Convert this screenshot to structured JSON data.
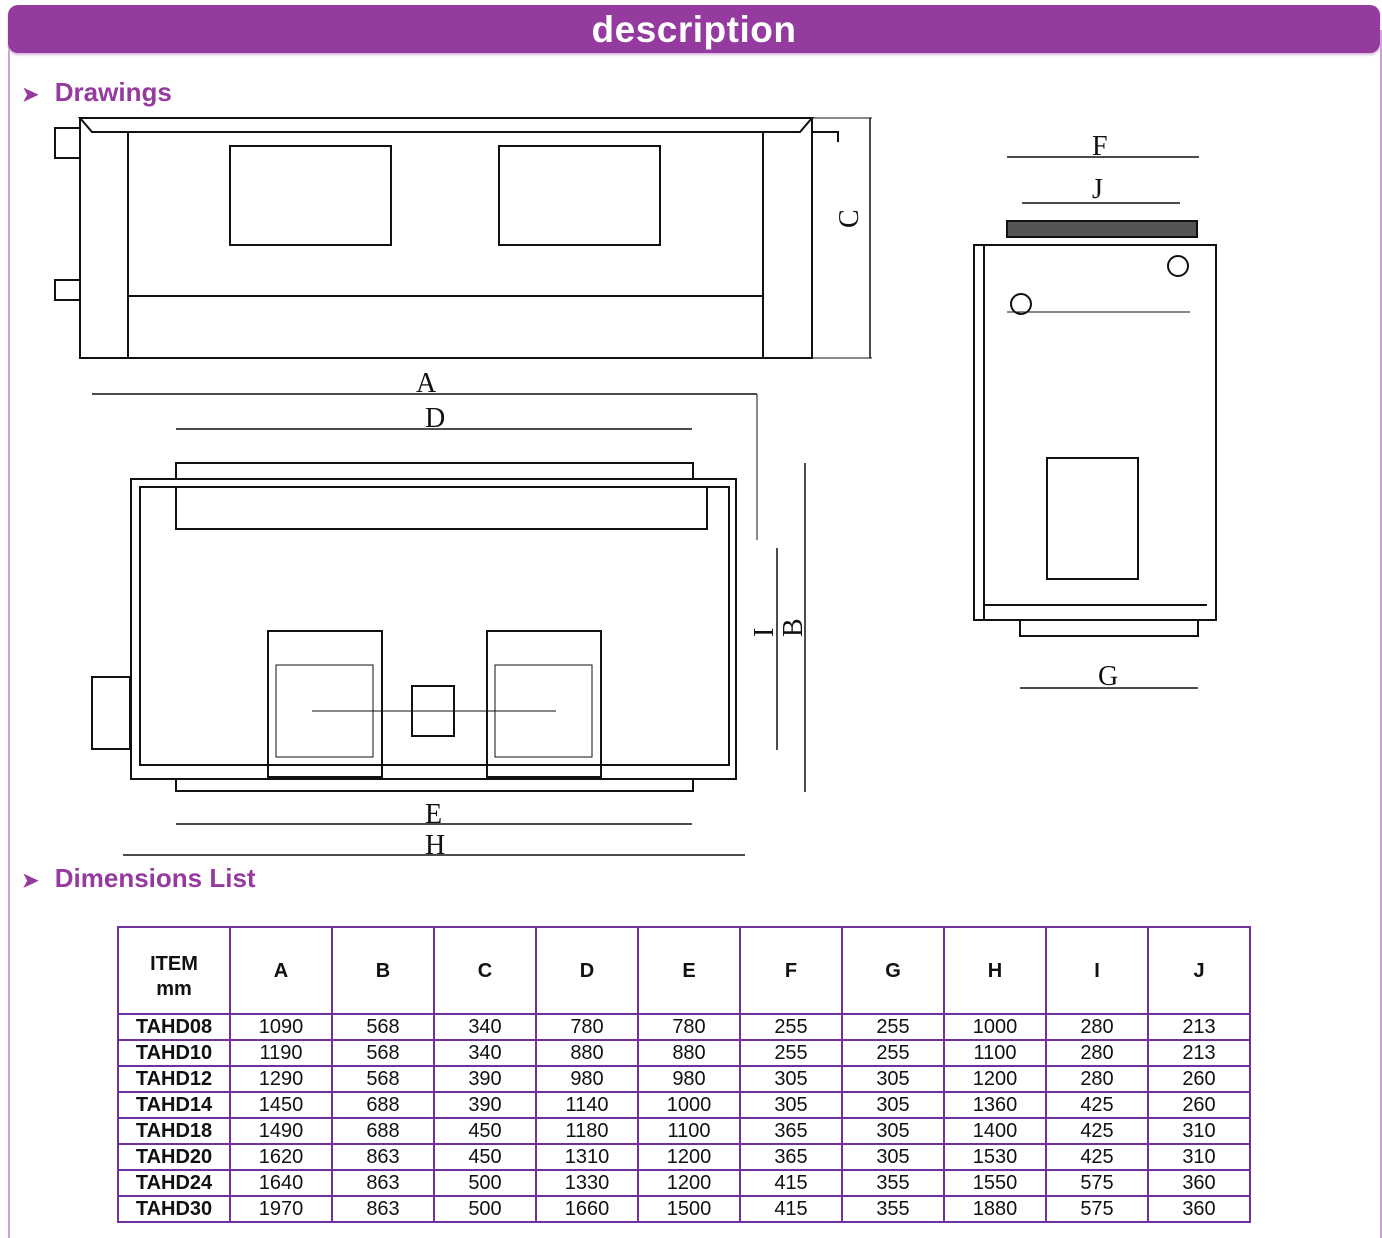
{
  "header": {
    "title": "description"
  },
  "sections": {
    "drawings": "Drawings",
    "dimensions": "Dimensions List"
  },
  "drawing_labels": {
    "A": "A",
    "B": "B",
    "C": "C",
    "D": "D",
    "E": "E",
    "F": "F",
    "G": "G",
    "H": "H",
    "I": "I",
    "J": "J"
  },
  "table": {
    "item_header": "ITEM",
    "unit": "mm",
    "columns": [
      "A",
      "B",
      "C",
      "D",
      "E",
      "F",
      "G",
      "H",
      "I",
      "J"
    ],
    "rows": [
      {
        "item": "TAHD08",
        "values": [
          "1090",
          "568",
          "340",
          "780",
          "780",
          "255",
          "255",
          "1000",
          "280",
          "213"
        ]
      },
      {
        "item": "TAHD10",
        "values": [
          "1190",
          "568",
          "340",
          "880",
          "880",
          "255",
          "255",
          "1100",
          "280",
          "213"
        ]
      },
      {
        "item": "TAHD12",
        "values": [
          "1290",
          "568",
          "390",
          "980",
          "980",
          "305",
          "305",
          "1200",
          "280",
          "260"
        ]
      },
      {
        "item": "TAHD14",
        "values": [
          "1450",
          "688",
          "390",
          "1140",
          "1000",
          "305",
          "305",
          "1360",
          "425",
          "260"
        ]
      },
      {
        "item": "TAHD18",
        "values": [
          "1490",
          "688",
          "450",
          "1180",
          "1100",
          "365",
          "305",
          "1400",
          "425",
          "310"
        ]
      },
      {
        "item": "TAHD20",
        "values": [
          "1620",
          "863",
          "450",
          "1310",
          "1200",
          "365",
          "305",
          "1530",
          "425",
          "310"
        ]
      },
      {
        "item": "TAHD24",
        "values": [
          "1640",
          "863",
          "500",
          "1330",
          "1200",
          "415",
          "355",
          "1550",
          "575",
          "360"
        ]
      },
      {
        "item": "TAHD30",
        "values": [
          "1970",
          "863",
          "500",
          "1660",
          "1500",
          "415",
          "355",
          "1880",
          "575",
          "360"
        ]
      }
    ]
  },
  "colors": {
    "brand": "#953a9e",
    "table_border": "#7030a0"
  }
}
